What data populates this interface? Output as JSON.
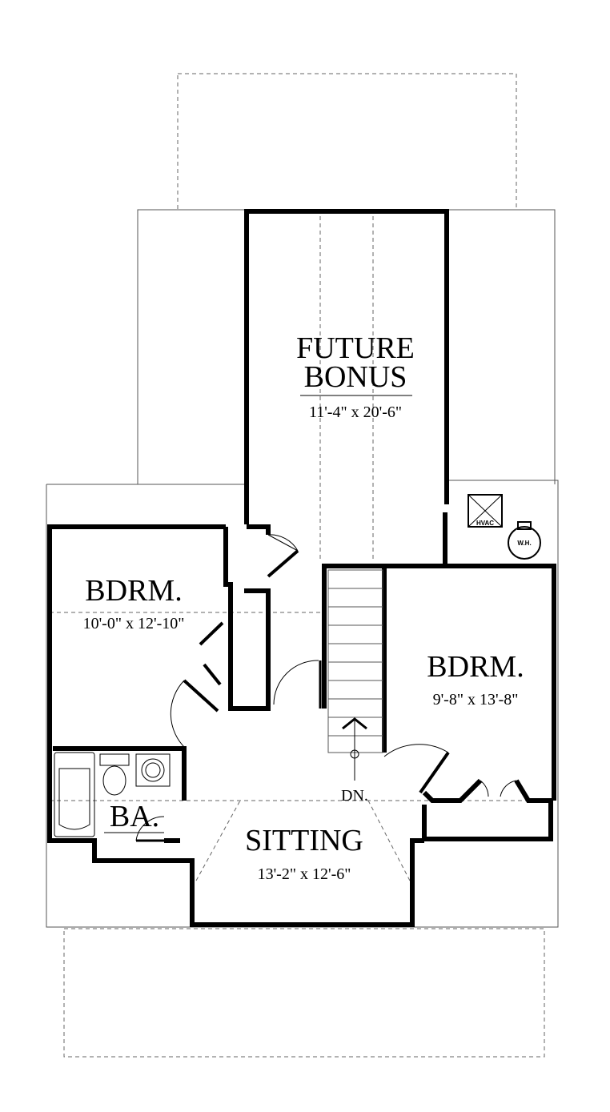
{
  "rooms": {
    "bonus": {
      "name_line1": "FUTURE",
      "name_line2": "BONUS",
      "size": "11'-4\" x 20'-6\""
    },
    "bedroom_left": {
      "name": "BDRM.",
      "size": "10'-0\" x 12'-10\""
    },
    "bedroom_right": {
      "name": "BDRM.",
      "size": "9'-8\" x 13'-8\""
    },
    "bath": {
      "name": "BA."
    },
    "sitting": {
      "name": "SITTING",
      "size": "13'-2\" x 12'-6\""
    }
  },
  "labels": {
    "stairs_down": "DN.",
    "hvac": "HVAC",
    "water_heater": "W.H."
  }
}
